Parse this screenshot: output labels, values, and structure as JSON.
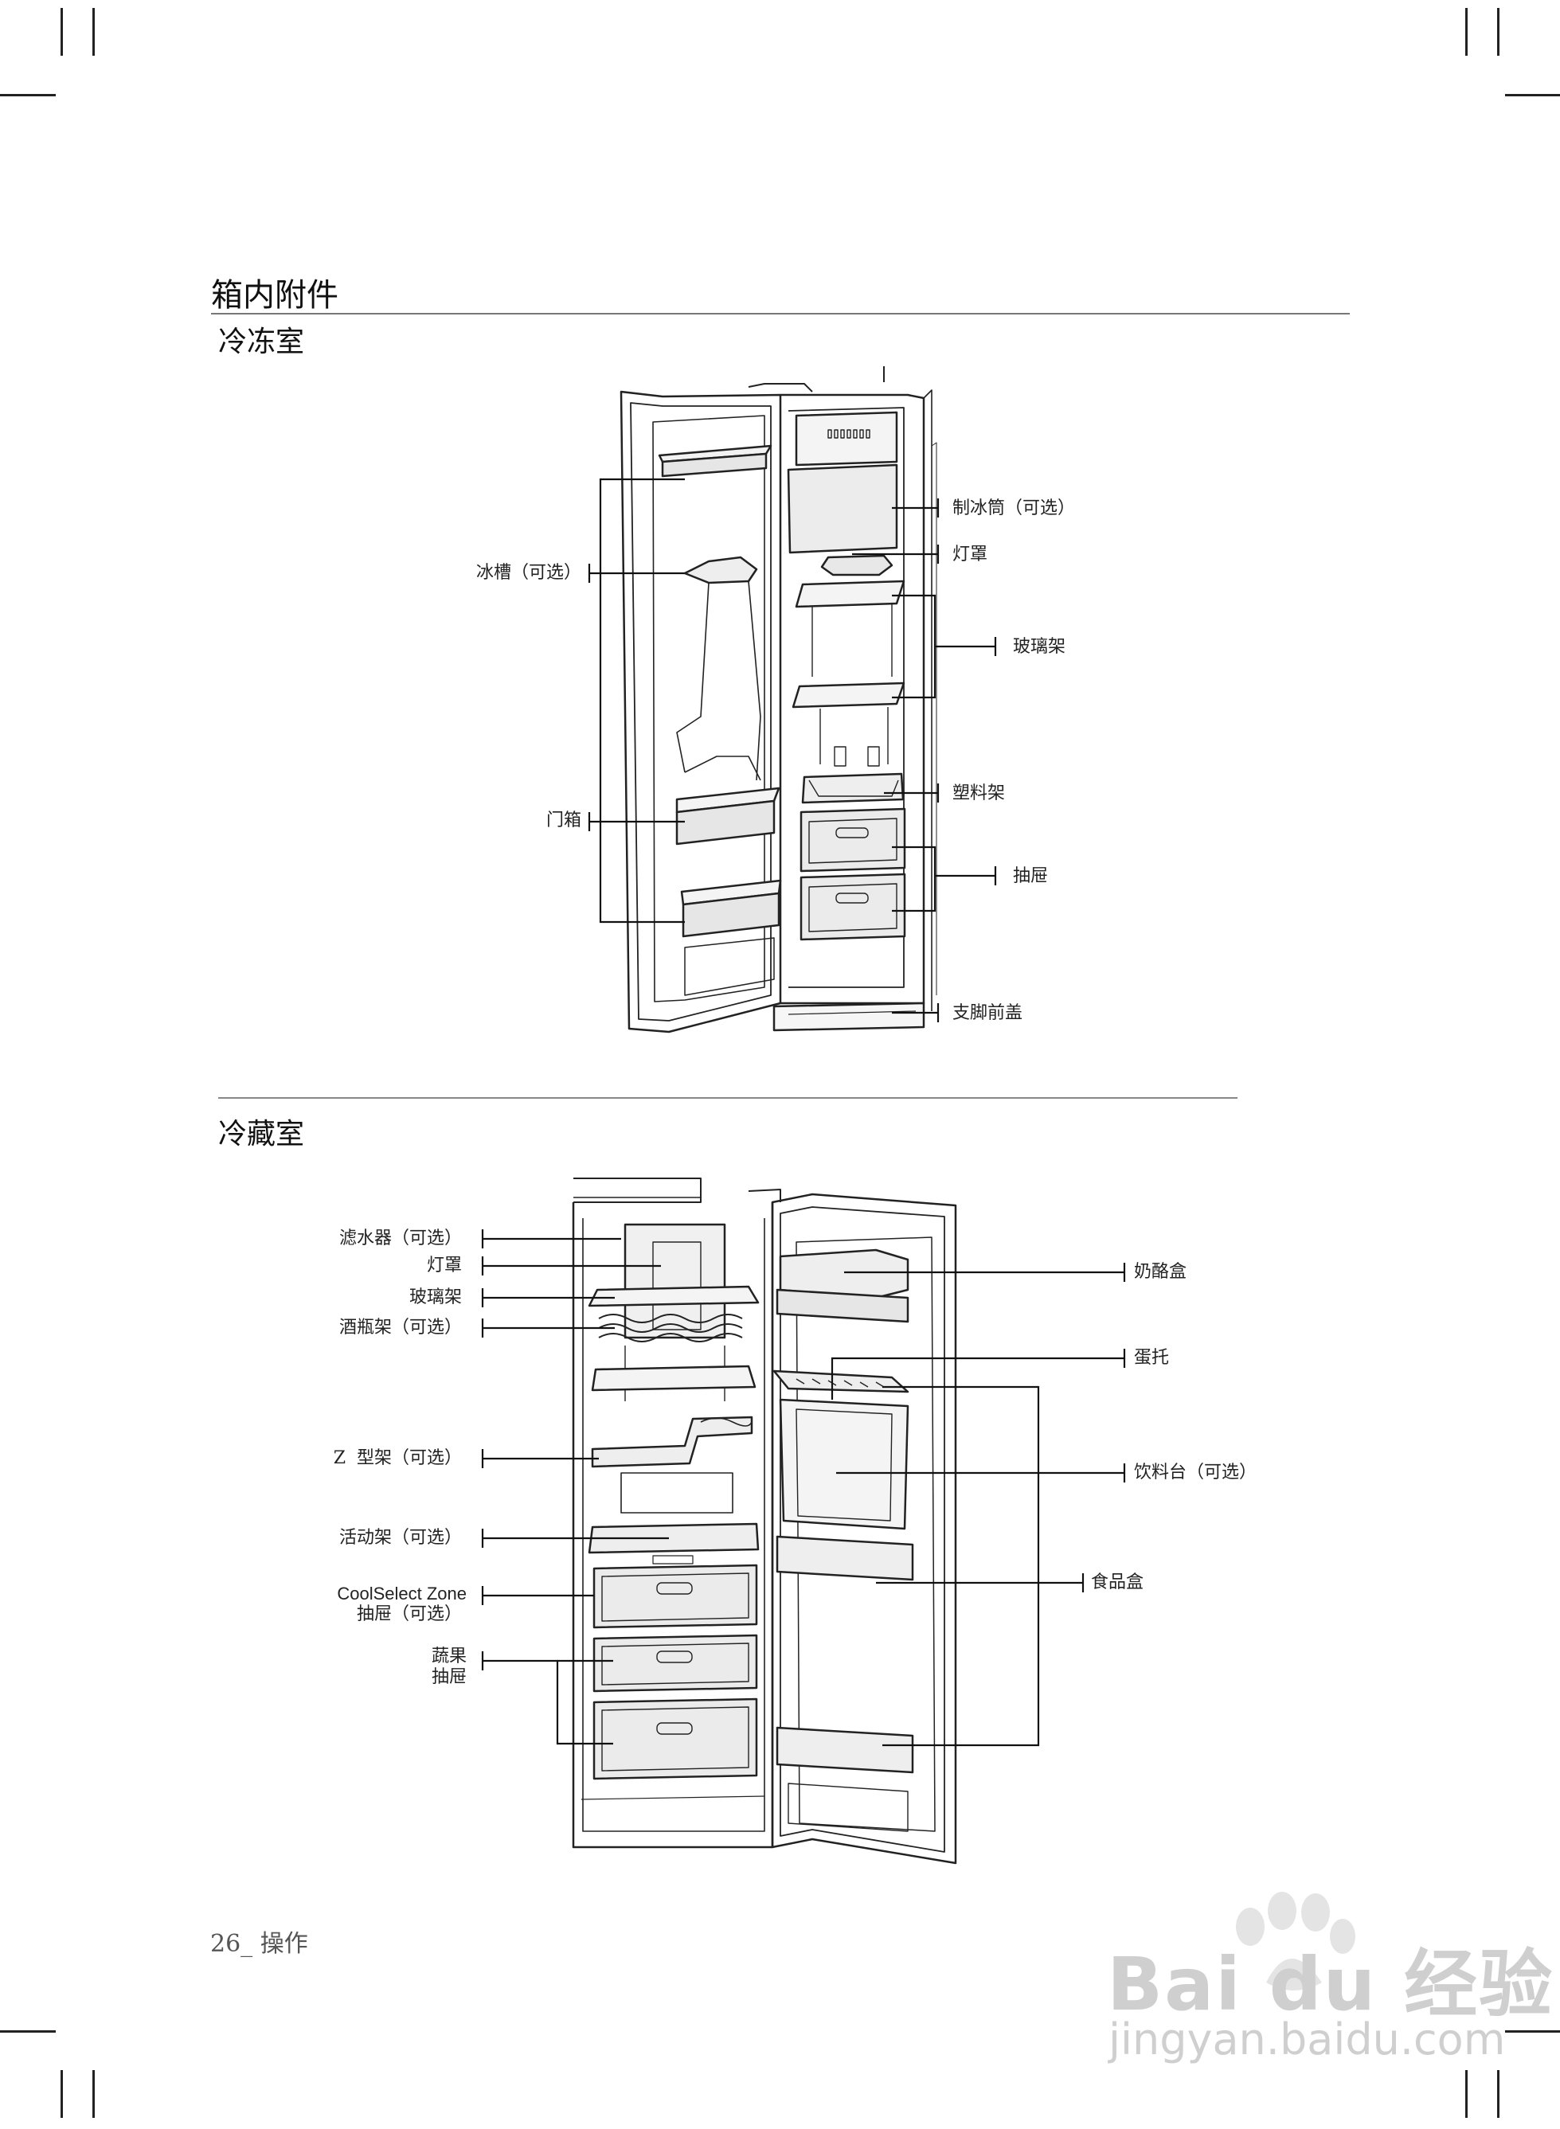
{
  "page": {
    "section_title": "箱内附件",
    "freezer_heading": "冷冻室",
    "fridge_heading": "冷藏室",
    "footer": "26_ 操作"
  },
  "freezer_labels": {
    "ice_maker": "制冰筒（可选）",
    "lamp_cover": "灯罩",
    "glass_shelf": "玻璃架",
    "plastic_shelf": "塑料架",
    "drawer": "抽屉",
    "foot_cover": "支脚前盖",
    "ice_chute": "冰槽（可选）",
    "door_bin": "门箱"
  },
  "fridge_labels": {
    "water_filter": "滤水器（可选）",
    "lamp_cover": "灯罩",
    "glass_shelf": "玻璃架",
    "wine_rack": "酒瓶架（可选）",
    "z_shelf": "Z  型架（可选）",
    "sliding_shelf": "活动架（可选）",
    "coolselect_line1": "CoolSelect Zone",
    "coolselect_line2": "抽屉（可选）",
    "veg_line1": "蔬果",
    "veg_line2": "抽屉",
    "dairy": "奶酪盒",
    "egg_tray": "蛋托",
    "dispenser": "饮料台（可选）",
    "food_bin": "食品盒"
  },
  "watermark": {
    "brand": "Bai du 经验",
    "url": "jingyan.baidu.com"
  }
}
